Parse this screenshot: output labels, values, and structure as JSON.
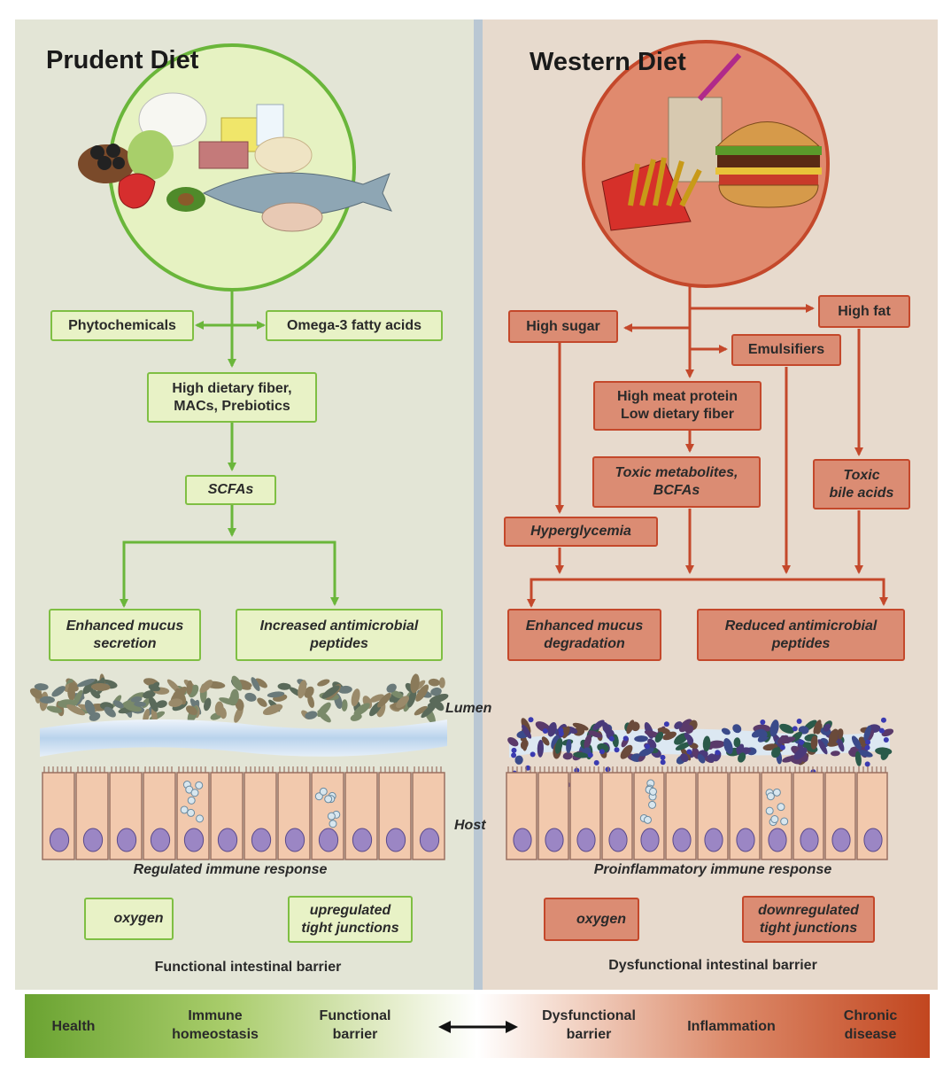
{
  "left": {
    "title": "Prudent Diet",
    "phytochemicals": "Phytochemicals",
    "omega3": "Omega-3 fatty acids",
    "fiber_line1": "High dietary fiber,",
    "fiber_line2": "MACs, Prebiotics",
    "scfas": "SCFAs",
    "mucus_line1": "Enhanced mucus",
    "mucus_line2": "secretion",
    "antimicrobial_line1": "Increased antimicrobial",
    "antimicrobial_line2": "peptides",
    "immune_response": "Regulated immune response",
    "oxygen": "oxygen",
    "tight_line1": "upregulated",
    "tight_line2": "tight junctions",
    "barrier": "Functional intestinal barrier"
  },
  "right": {
    "title": "Western Diet",
    "high_sugar": "High sugar",
    "high_fat": "High fat",
    "emulsifiers": "Emulsifiers",
    "meat_line1": "High meat protein",
    "meat_line2": "Low dietary fiber",
    "toxic_metab_line1": "Toxic metabolites,",
    "toxic_metab_line2": "BCFAs",
    "toxic_bile_line1": "Toxic",
    "toxic_bile_line2": "bile acids",
    "hyperglycemia": "Hyperglycemia",
    "mucus_line1": "Enhanced mucus",
    "mucus_line2": "degradation",
    "antimicrobial_line1": "Reduced antimicrobial",
    "antimicrobial_line2": "peptides",
    "immune_response": "Proinflammatory immune response",
    "oxygen": "oxygen",
    "tight_line1": "downregulated",
    "tight_line2": "tight junctions",
    "barrier": "Dysfunctional intestinal barrier"
  },
  "labels": {
    "lumen": "Lumen",
    "host": "Host"
  },
  "scale": {
    "health": "Health",
    "immune_line1": "Immune",
    "immune_line2": "homeostasis",
    "functional_line1": "Functional",
    "functional_line2": "barrier",
    "dysfunctional_line1": "Dysfunctional",
    "dysfunctional_line2": "barrier",
    "inflammation": "Inflammation",
    "chronic_line1": "Chronic",
    "chronic_line2": "disease"
  },
  "colors": {
    "prudent": "#7fbf43",
    "prudent_fill": "#e8f2c6",
    "western": "#c4482b",
    "western_fill": "#db8c73",
    "cell": "#f2c9ad",
    "nucleus": "#9b86c4"
  },
  "icons": [
    "food-plate-icon",
    "fast-food-icon",
    "oxygen-down-arrow-icon",
    "oxygen-up-arrow-icon",
    "double-arrow-icon"
  ]
}
